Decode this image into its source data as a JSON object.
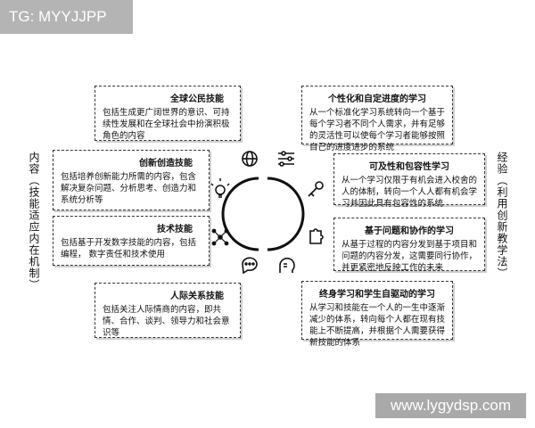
{
  "watermarks": {
    "top_left": "TG: MYYJJPP",
    "bottom_right": "www.lygydsp.com"
  },
  "side_labels": {
    "left": "内容（技能适应内在机制）",
    "right": "经验（利用创新教学法）"
  },
  "left_boxes": [
    {
      "title": "全球公民技能",
      "body": "包括生成更广阔世界的意识、可持续性发展和在全球社会中扮演积极角色的内容"
    },
    {
      "title": "创新创造技能",
      "body": "包括培养创新能力所需的内容，包含解决复杂问题、分析思考、创造力和系统分析等"
    },
    {
      "title": "技术技能",
      "body": "包括基于开发数字技能的内容，包括编程， 数字责任和技术使用"
    },
    {
      "title": "人际关系技能",
      "body": "包括关注人际情商的内容，即共情、合作、谈判、领导力和社会意识等"
    }
  ],
  "right_boxes": [
    {
      "title": "个性化和自定进度的学习",
      "body": "从一个标准化学习系统转向一个基于每个学习者不同个人需求，并有足够的灵活性可以使每个学习者能够按照自己的进度进步的系统"
    },
    {
      "title": "可及性和包容性学习",
      "body": "从一个学习仅限于有机会进入校舍的人的体制，转向一个人人都有机会学习并因此具有包容性的系统"
    },
    {
      "title": "基于问题和协作的学习",
      "body": "从基于过程的内容分发到基于项目和问题的内容分发，这需要同行协作，并更紧密地反映工作的未来"
    },
    {
      "title": "终身学习和学生自驱动的学习",
      "body": "从学习和技能在一个人的一生中逐渐减少的体系，转向每个人都在现有技能上不断提高，并根据个人需要获得新技能的体系"
    }
  ],
  "icons": [
    "globe-icon",
    "lightbulb-icon",
    "network-icon",
    "chat-icon",
    "sliders-icon",
    "key-icon",
    "puzzle-icon",
    "head-icon"
  ]
}
